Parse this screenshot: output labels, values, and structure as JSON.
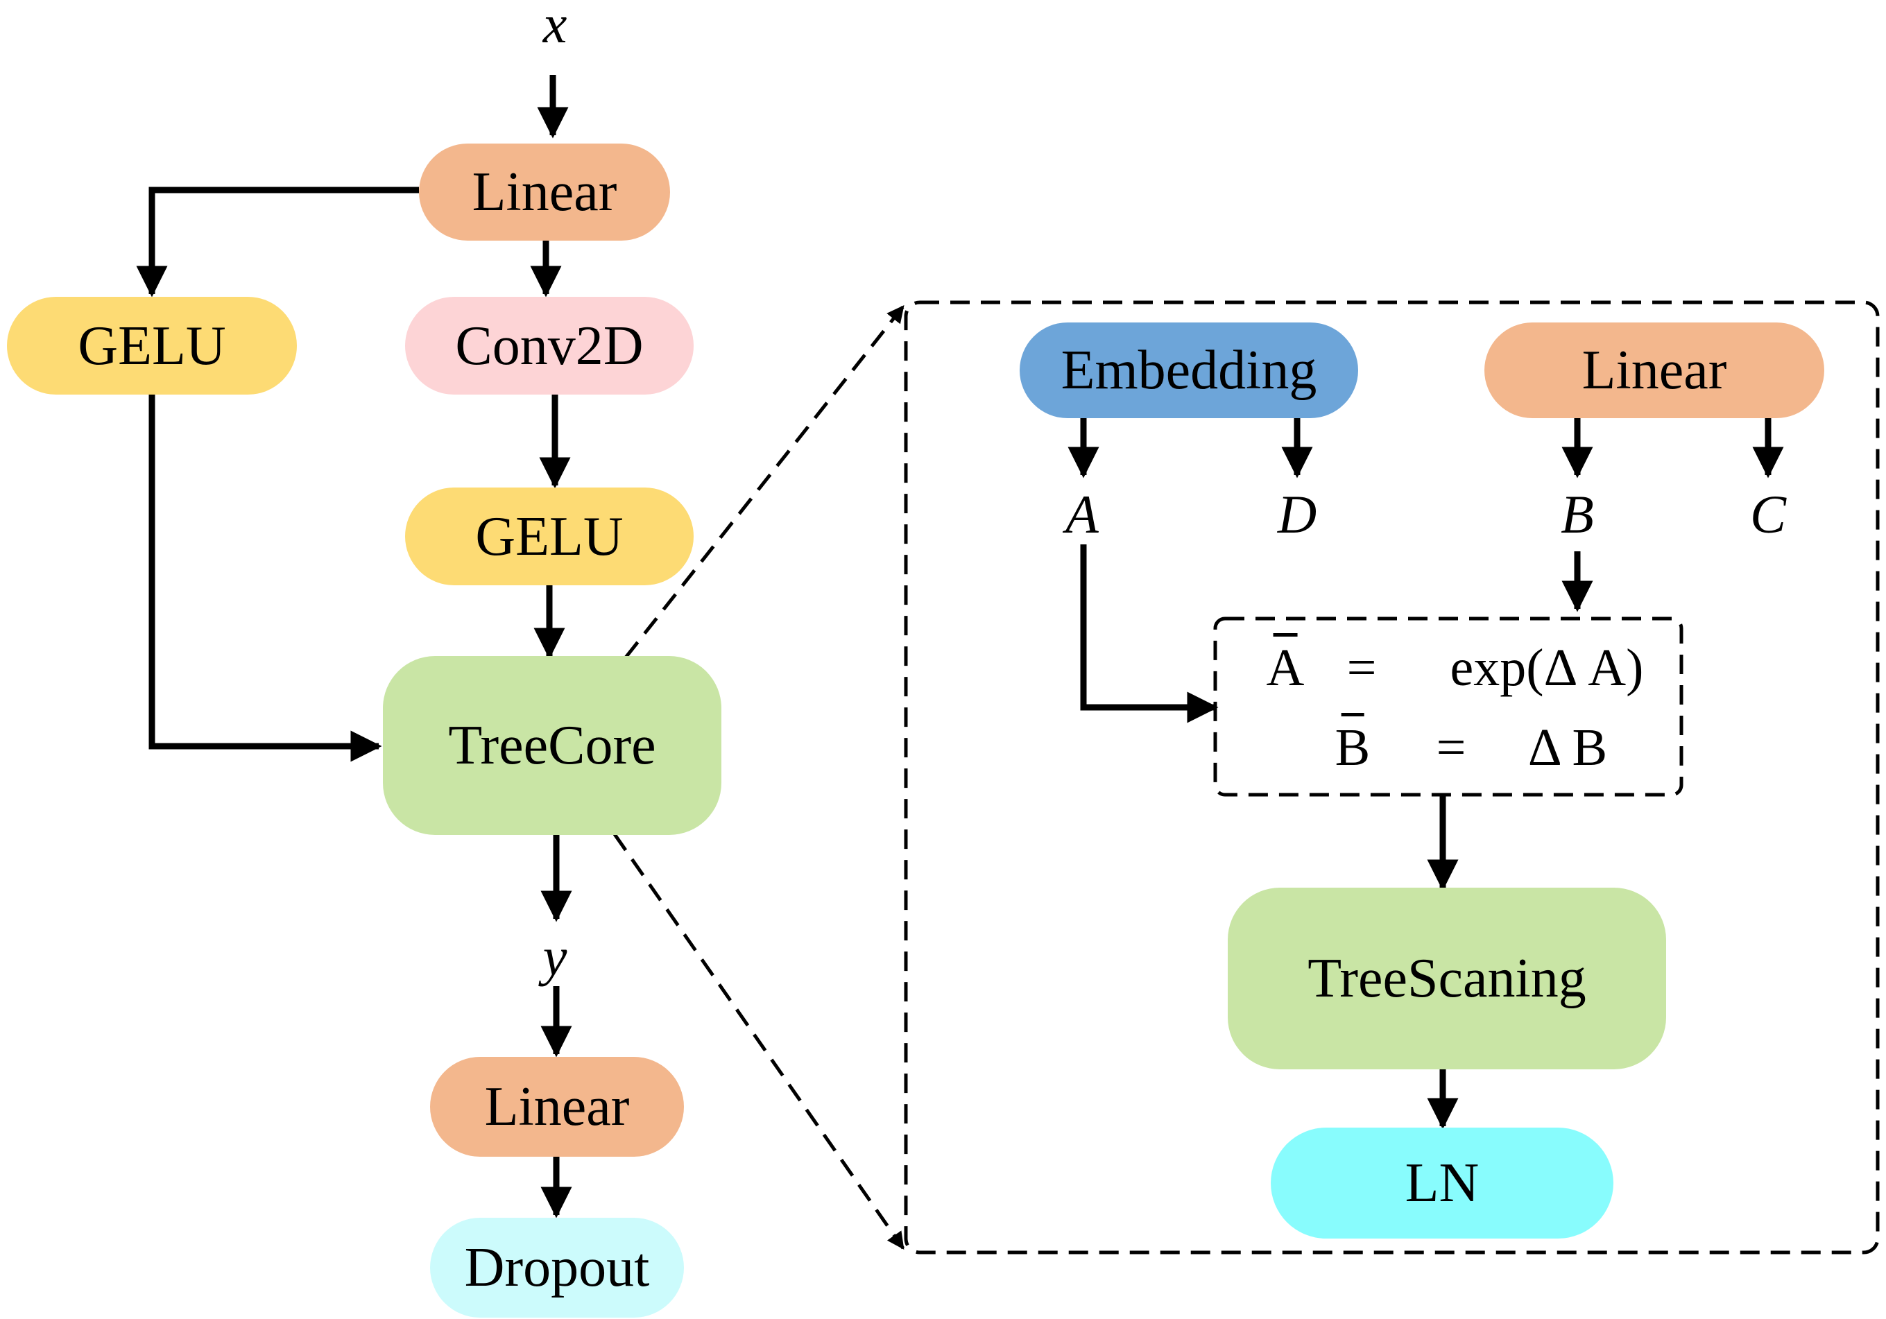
{
  "input_label": "x",
  "output_label": "y",
  "nodes": {
    "linear_top": "Linear",
    "gelu_left": "GELU",
    "conv2d": "Conv2D",
    "gelu_mid": "GELU",
    "treecore": "TreeCore",
    "linear_bottom": "Linear",
    "dropout": "Dropout",
    "embedding": "Embedding",
    "linear_right": "Linear",
    "treescaning": "TreeScaning",
    "ln": "LN"
  },
  "params": {
    "a": "A",
    "d": "D",
    "b": "B",
    "c": "C"
  },
  "equations": {
    "line1_lhs": "A",
    "line1_eq": "=",
    "line1_rhs": "exp(Δ A)",
    "line2_lhs": "B",
    "line2_eq": "=",
    "line2_rhs": "Δ B"
  },
  "colors": {
    "linear": "#f3b78d",
    "gelu": "#fddb74",
    "conv2d": "#fdd4d6",
    "treecore": "#c9e5a5",
    "dropout": "#ccfbfc",
    "embedding": "#6da5d9",
    "ln": "#88fcfd"
  }
}
